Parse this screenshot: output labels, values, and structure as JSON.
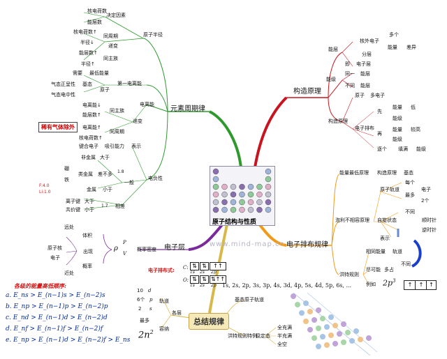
{
  "center": {
    "title": "原子结构与性质",
    "watermark": "www.mind-map.cn"
  },
  "branch_periodic": {
    "title": "元素周期律",
    "radius": {
      "label": "原子半径",
      "decide": "决定因素",
      "nuclear_charge": "核电荷数",
      "shells": "能层数",
      "trend": "递变",
      "same_period": "同周期",
      "same_group": "同主族",
      "charge_up": "核电荷数↑",
      "radius_down": "半径↓",
      "shells_up": "能层数↑",
      "radius_up": "半径↑"
    },
    "ionization": {
      "label": "电离能",
      "first": "第一电离能",
      "definition": "需要",
      "min_energy": "最低能量",
      "atom": "原子",
      "ground": "基态",
      "gas_neutral": "气态正呈性",
      "gas_neutral2": "气态电中性",
      "trend": "递变",
      "same_group": "同主族",
      "same_period": "同周期",
      "e_down": "电离能↓",
      "shells_up": "能层数↑",
      "e_up": "电离能↑",
      "charge_up": "核电荷数↑"
    },
    "noble_gas_note": "稀有气体除外",
    "electronegativity": {
      "label": "电负性",
      "show": "表示",
      "bond_e": "键合电子",
      "attract": "吸引能力",
      "general": "一般",
      "nonmetal": "非金属",
      "big": "大于",
      "boron": "硼",
      "silicon": "铁",
      "metalloid": "类金属",
      "about": "差不多",
      "v18a": "1.8",
      "metal": "金属",
      "small": "小于",
      "ionic": "离子键",
      "big2": "大于",
      "covalent": "共价键",
      "small2": "小于",
      "v17": "1.7",
      "relative": "相差",
      "f_value": "F:4.0",
      "li_value": "Li:1.0"
    }
  },
  "branch_structure": {
    "title": "构造原理",
    "energy_level": "能层",
    "outer_e": "核外电子",
    "many": "多个",
    "level": "能量",
    "diff": "差异",
    "split": "分层",
    "ie": "即",
    "shell": "电子层",
    "sublevel": "能级",
    "same": "同一",
    "level2": "能层",
    "diff2": "不同",
    "level3": "能层",
    "principle": "构造原理",
    "atom": "原子",
    "multi_e": "多电子",
    "e_arrange": "电子排布",
    "first": "先",
    "energy_low": "能量",
    "low": "低",
    "sub1": "能级",
    "then": "再",
    "energy_high": "能量",
    "high": "较高",
    "sub2": "能级",
    "fill": "逐个",
    "fill2": "填满",
    "sub3": "能级"
  },
  "branch_arrangement": {
    "title": "电子排布规律",
    "lowest": "能量最低原理",
    "principle": "构造原理",
    "ground": "基态",
    "pauli": "泡利不相容原理",
    "orbital": "原子轨道",
    "each": "每个",
    "most": "最多",
    "e_count": "电子",
    "two": "2个",
    "spin": "自旋状态",
    "different": "不同",
    "cw": "顺时针",
    "ccw": "逆时针",
    "represent": "表示",
    "hund": "洪特规则",
    "same_energy": "相同能量",
    "orbit": "轨道",
    "possible": "尽可能",
    "most_occupy": "多占",
    "different2": "不同",
    "example": "例如",
    "p3": "2p"
  },
  "branch_shell": {
    "title": "电子层",
    "volume": "体积",
    "big": "远处",
    "probability": "概率",
    "nucleus": "原子核",
    "near": "近处",
    "e": "电子",
    "appear": "出现",
    "rho": "ρ",
    "P": "P",
    "V": "V",
    "dens": "概率密度"
  },
  "branch_summary": {
    "title": "总结规律",
    "config_label": "电子排布式:",
    "c_label": "C:",
    "o_label": "O:",
    "orb_1s": "1s",
    "orb_2s": "2s",
    "orb_2p": "2p",
    "sequence": "1s, 2s, 2p, 3s, 3p, 4s, 3d, 4p, 5s, 4d, 5p, 6s, ...",
    "ground_orbit": "基态原子轨道",
    "hund_special": "洪特规则特例",
    "stable": "稳定态",
    "full": "全充满",
    "half": "半充满",
    "empty": "全空",
    "shell": "各层",
    "orbit_n": "轨道",
    "ten": "10",
    "d": "d",
    "six": "6个",
    "p": "p",
    "two": "2",
    "s": "s",
    "max": "最多",
    "capacity": "容纳",
    "formula": "2n"
  },
  "energy_order": {
    "heading": "各级的能量高低顺序:",
    "items": [
      "a.  E_ns > E_(n−1)s > E_(n−2)s",
      "b.  E_np > E_(n−1)p > E_(n−2)p",
      "c.  E_nd > E_(n−1)d > E_(n−2)d",
      "d.  E_nf > E_(n−1)f > E_(n−2)f",
      "e.  E_np > E_(n−1)d > E_(n−2)f > E_ns"
    ]
  },
  "colors": {
    "green": "#2e9a2e",
    "red": "#c8141e",
    "orange": "#f09a18",
    "purple": "#7a2a9a",
    "yellow": "#d9b84a"
  }
}
